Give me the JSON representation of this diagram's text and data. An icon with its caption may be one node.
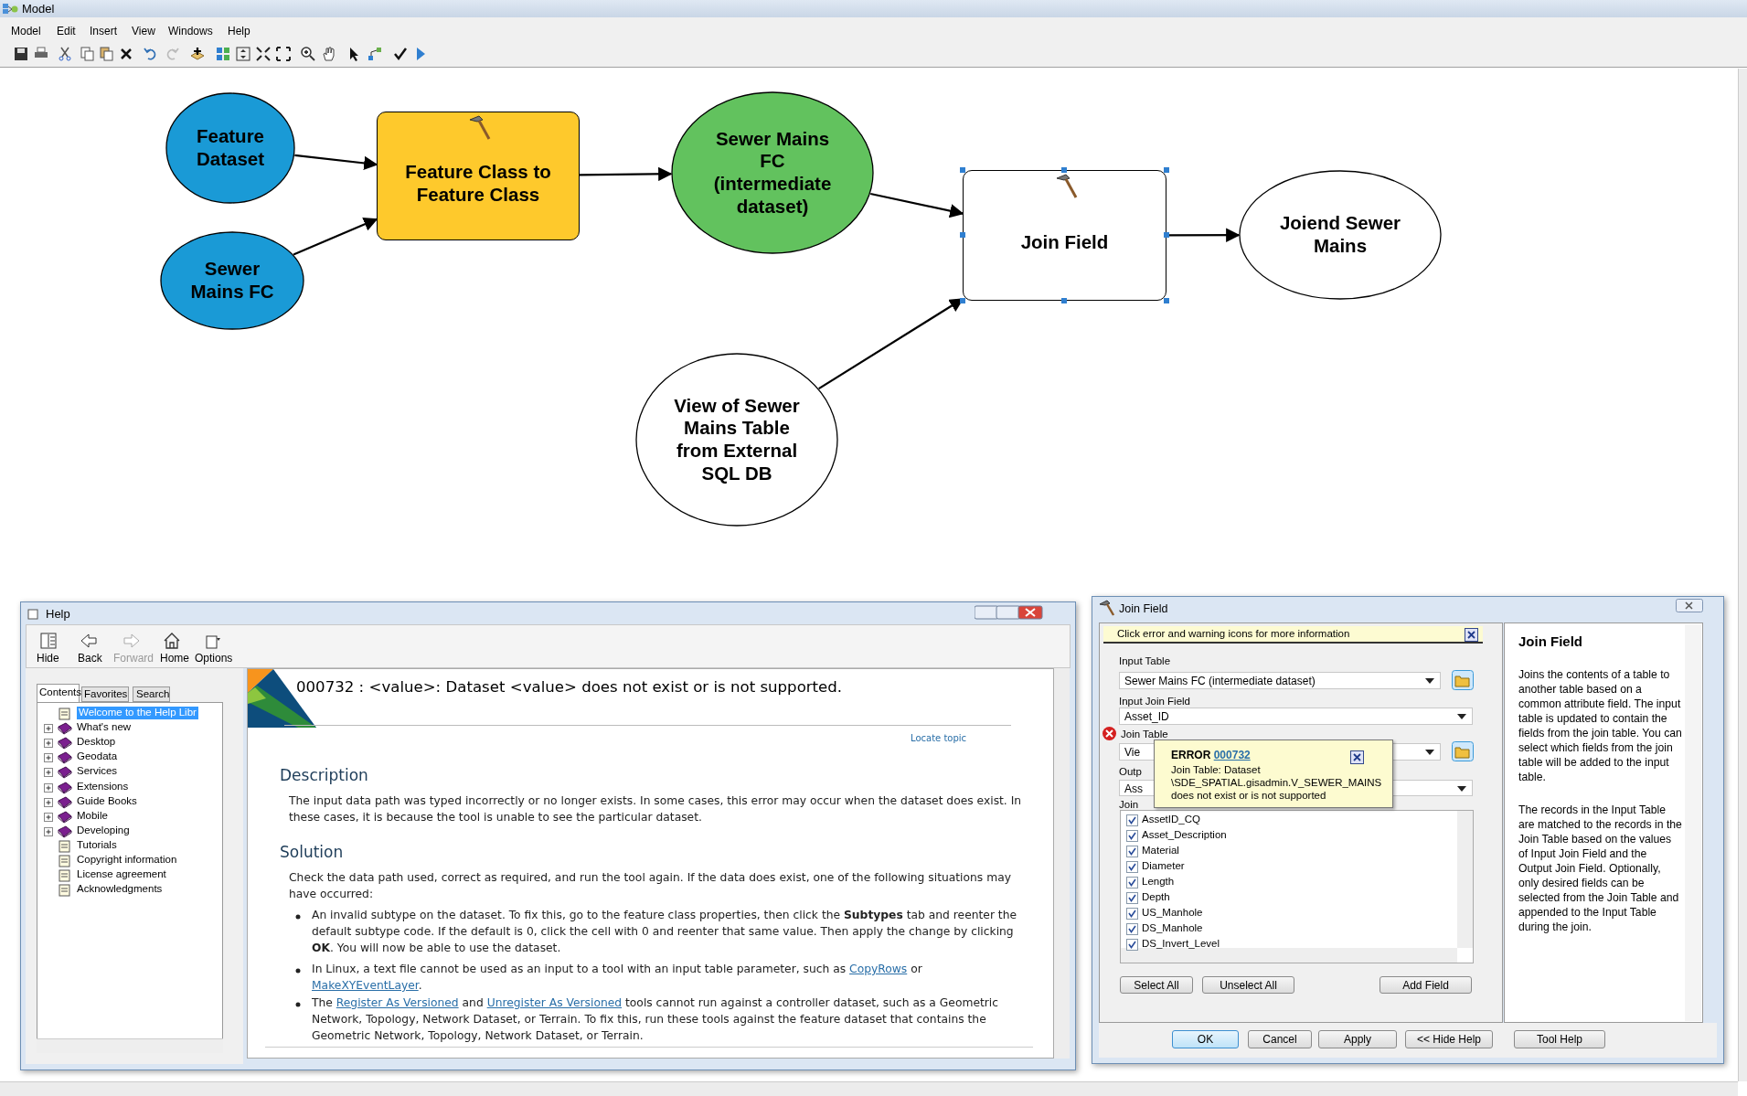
{
  "diagram": {
    "nodes": [
      {
        "text": [
          "Feature Dataset"
        ]
      },
      {
        "text": [
          "Sewer Mains FC"
        ]
      },
      {
        "text": [
          "Feature Class to Feature Class"
        ]
      },
      {
        "text": [
          "Sewer Mains FC (intermediate dataset)"
        ]
      },
      {
        "text": [
          "Join Field"
        ]
      },
      {
        "text": [
          "Joiend Sewer Mains"
        ]
      },
      {
        "text": [
          "View of Sewer Mains Table from External SQL DB"
        ]
      }
    ],
    "edges": [
      {
        "from": 0,
        "to": 2,
        "arrow": "to"
      },
      {
        "from": 1,
        "to": 2,
        "arrow": "to"
      },
      {
        "from": 2,
        "to": 3,
        "arrow": "to"
      },
      {
        "from": 3,
        "to": 4,
        "arrow": "to"
      },
      {
        "from": 6,
        "to": 4,
        "arrow": "to"
      },
      {
        "from": 4,
        "to": 5,
        "arrow": "to"
      }
    ],
    "labels": [
      "Model",
      "Model",
      "Edit",
      "Insert",
      "View",
      "Windows",
      "Help",
      "Help",
      "Hide",
      "Back",
      "Forward",
      "Home",
      "Options",
      "Contents",
      "Favorites",
      "Search",
      "Welcome to the Help Libr",
      "What's new",
      "Desktop",
      "Geodata",
      "Services",
      "Extensions",
      "Guide Books",
      "Mobile",
      "Developing",
      "Tutorials",
      "Copyright information",
      "License agreement",
      "Acknowledgments",
      "000732 : <value>: Dataset <value> does not exist or is not supported.",
      "Locate topic",
      "Description",
      "The input data path was typed incorrectly or no longer exists. In some cases, this error may occur when the dataset does exist. In these cases, it is because the tool is unable to see the particular dataset.",
      "Solution",
      "Check the data path used, correct as required, and run the tool again. If the data does exist, one of the following situations may have occurred:",
      "An invalid subtype on the dataset. To fix this, go to the feature class properties, then click the **Subtypes** tab and reenter the default subtype code. If the default is 0, click the cell with 0 and reenter that same value. Then apply the change by clicking **OK**. You will now be able to use the dataset.",
      "In Linux, a text file cannot be used as an input to a tool with an input table parameter, such as",
      "CopyRows",
      "or",
      "MakeXYEventLayer",
      ".",
      "The",
      "Register As Versioned",
      "and",
      "Unregister As Versioned",
      "tools cannot run against a controller dataset, such as a Geometric Network, Topology, Network Dataset, or Terrain. To fix this, run these tools against the feature dataset that contains the Geometric Network, Topology, Network Dataset, or Terrain.",
      "Join Field",
      "Click error and warning icons for more information",
      "Input Table",
      "Sewer Mains FC (intermediate dataset)",
      "Input Join Field",
      "Asset_ID",
      "Join Table",
      "Vie",
      "Outp",
      "Ass",
      "Join",
      "ERROR",
      "000732",
      "Join Table: Dataset \\SDE_SPATIAL.gisadmin.V_SEWER_MAINS does not exist or is not supported",
      "AssetID_CQ",
      "Asset_Description",
      "Material",
      "Diameter",
      "Length",
      "Depth",
      "US_Manhole",
      "DS_Manhole",
      "DS_Invert_Level",
      "Select All",
      "Unselect All",
      "Add Field",
      "Join Field",
      "Joins the contents of a table to another table based on a common attribute field. The input table is updated to contain the fields from the join table. You can select which fields from the join table will be added to the input table.",
      "The records in the Input Table are matched to the records in the Join Table based on the values of Input Join Field and the Output Join Field. Optionally, only desired fields can be selected from the Join Table and appended to the Input Table during the join.",
      "OK",
      "Cancel",
      "Apply",
      "<< Hide Help",
      "Tool Help"
    ]
  }
}
